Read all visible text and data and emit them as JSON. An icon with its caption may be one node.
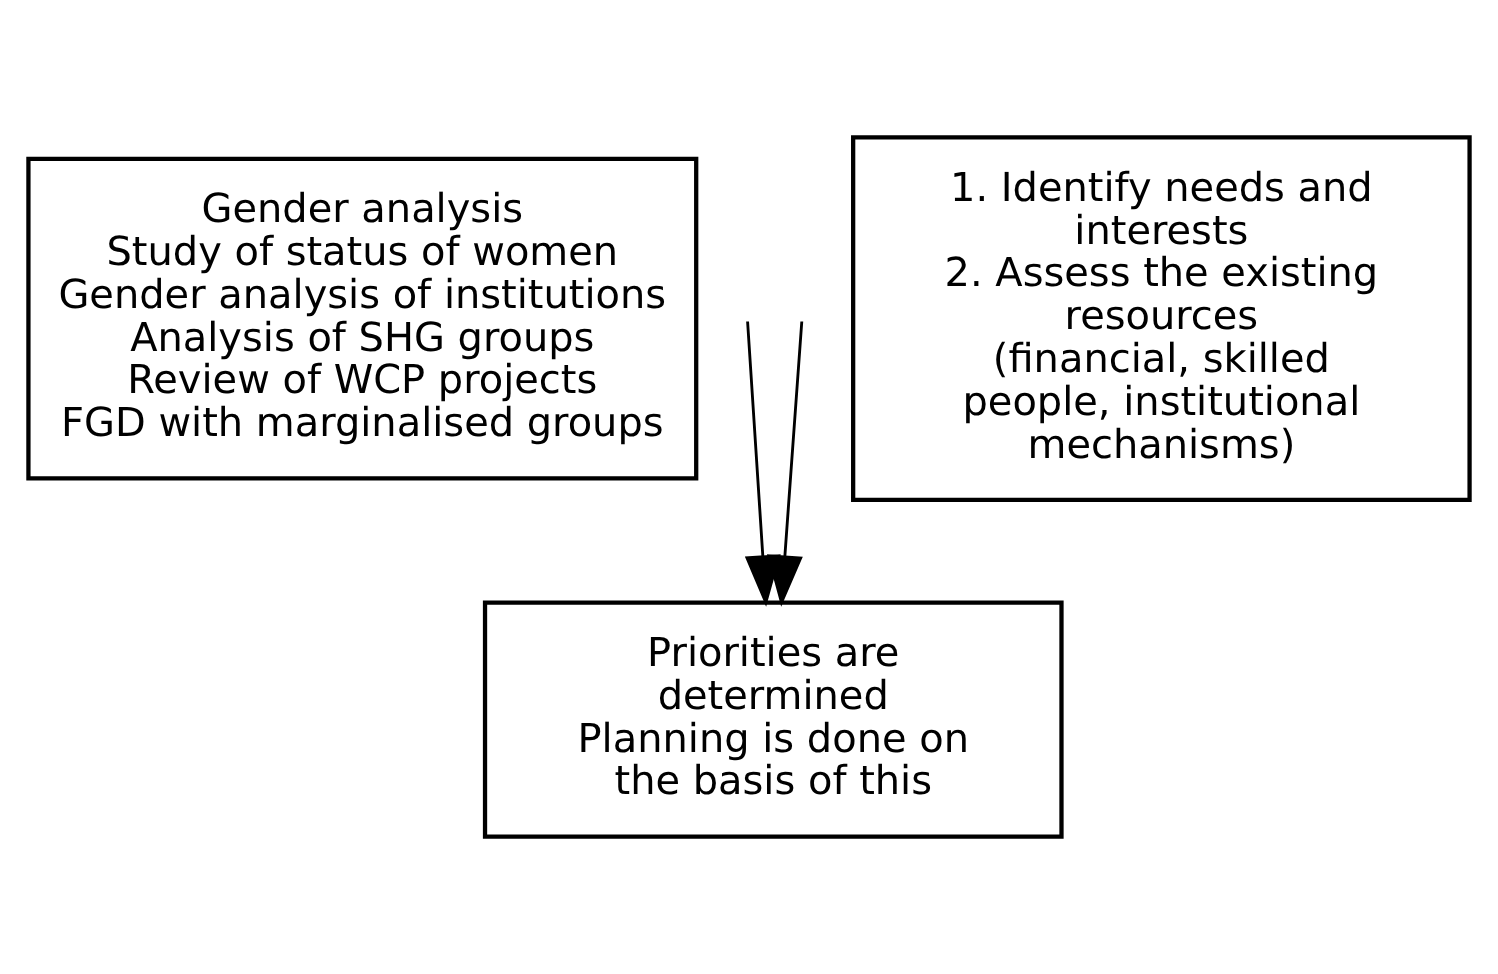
{
  "diagram": {
    "nodes": [
      {
        "text": [
          "Gender analysis",
          "Study of status of women",
          "Gender analysis of institutions",
          "Analysis of SHG groups",
          "Review of WCP projects",
          "FGD with marginalised groups"
        ]
      },
      {
        "text": [
          "1. Identify needs and interests",
          "2. Assess the existing resources",
          "(financial, skilled people, institutional mechanisms)"
        ]
      },
      {
        "text": [
          "Priorities are determined",
          "Planning is done on the basis of this"
        ]
      }
    ],
    "edges": [
      {
        "from": null,
        "to": 2,
        "arrow": "to"
      },
      {
        "from": null,
        "to": 2,
        "arrow": "to"
      }
    ]
  }
}
